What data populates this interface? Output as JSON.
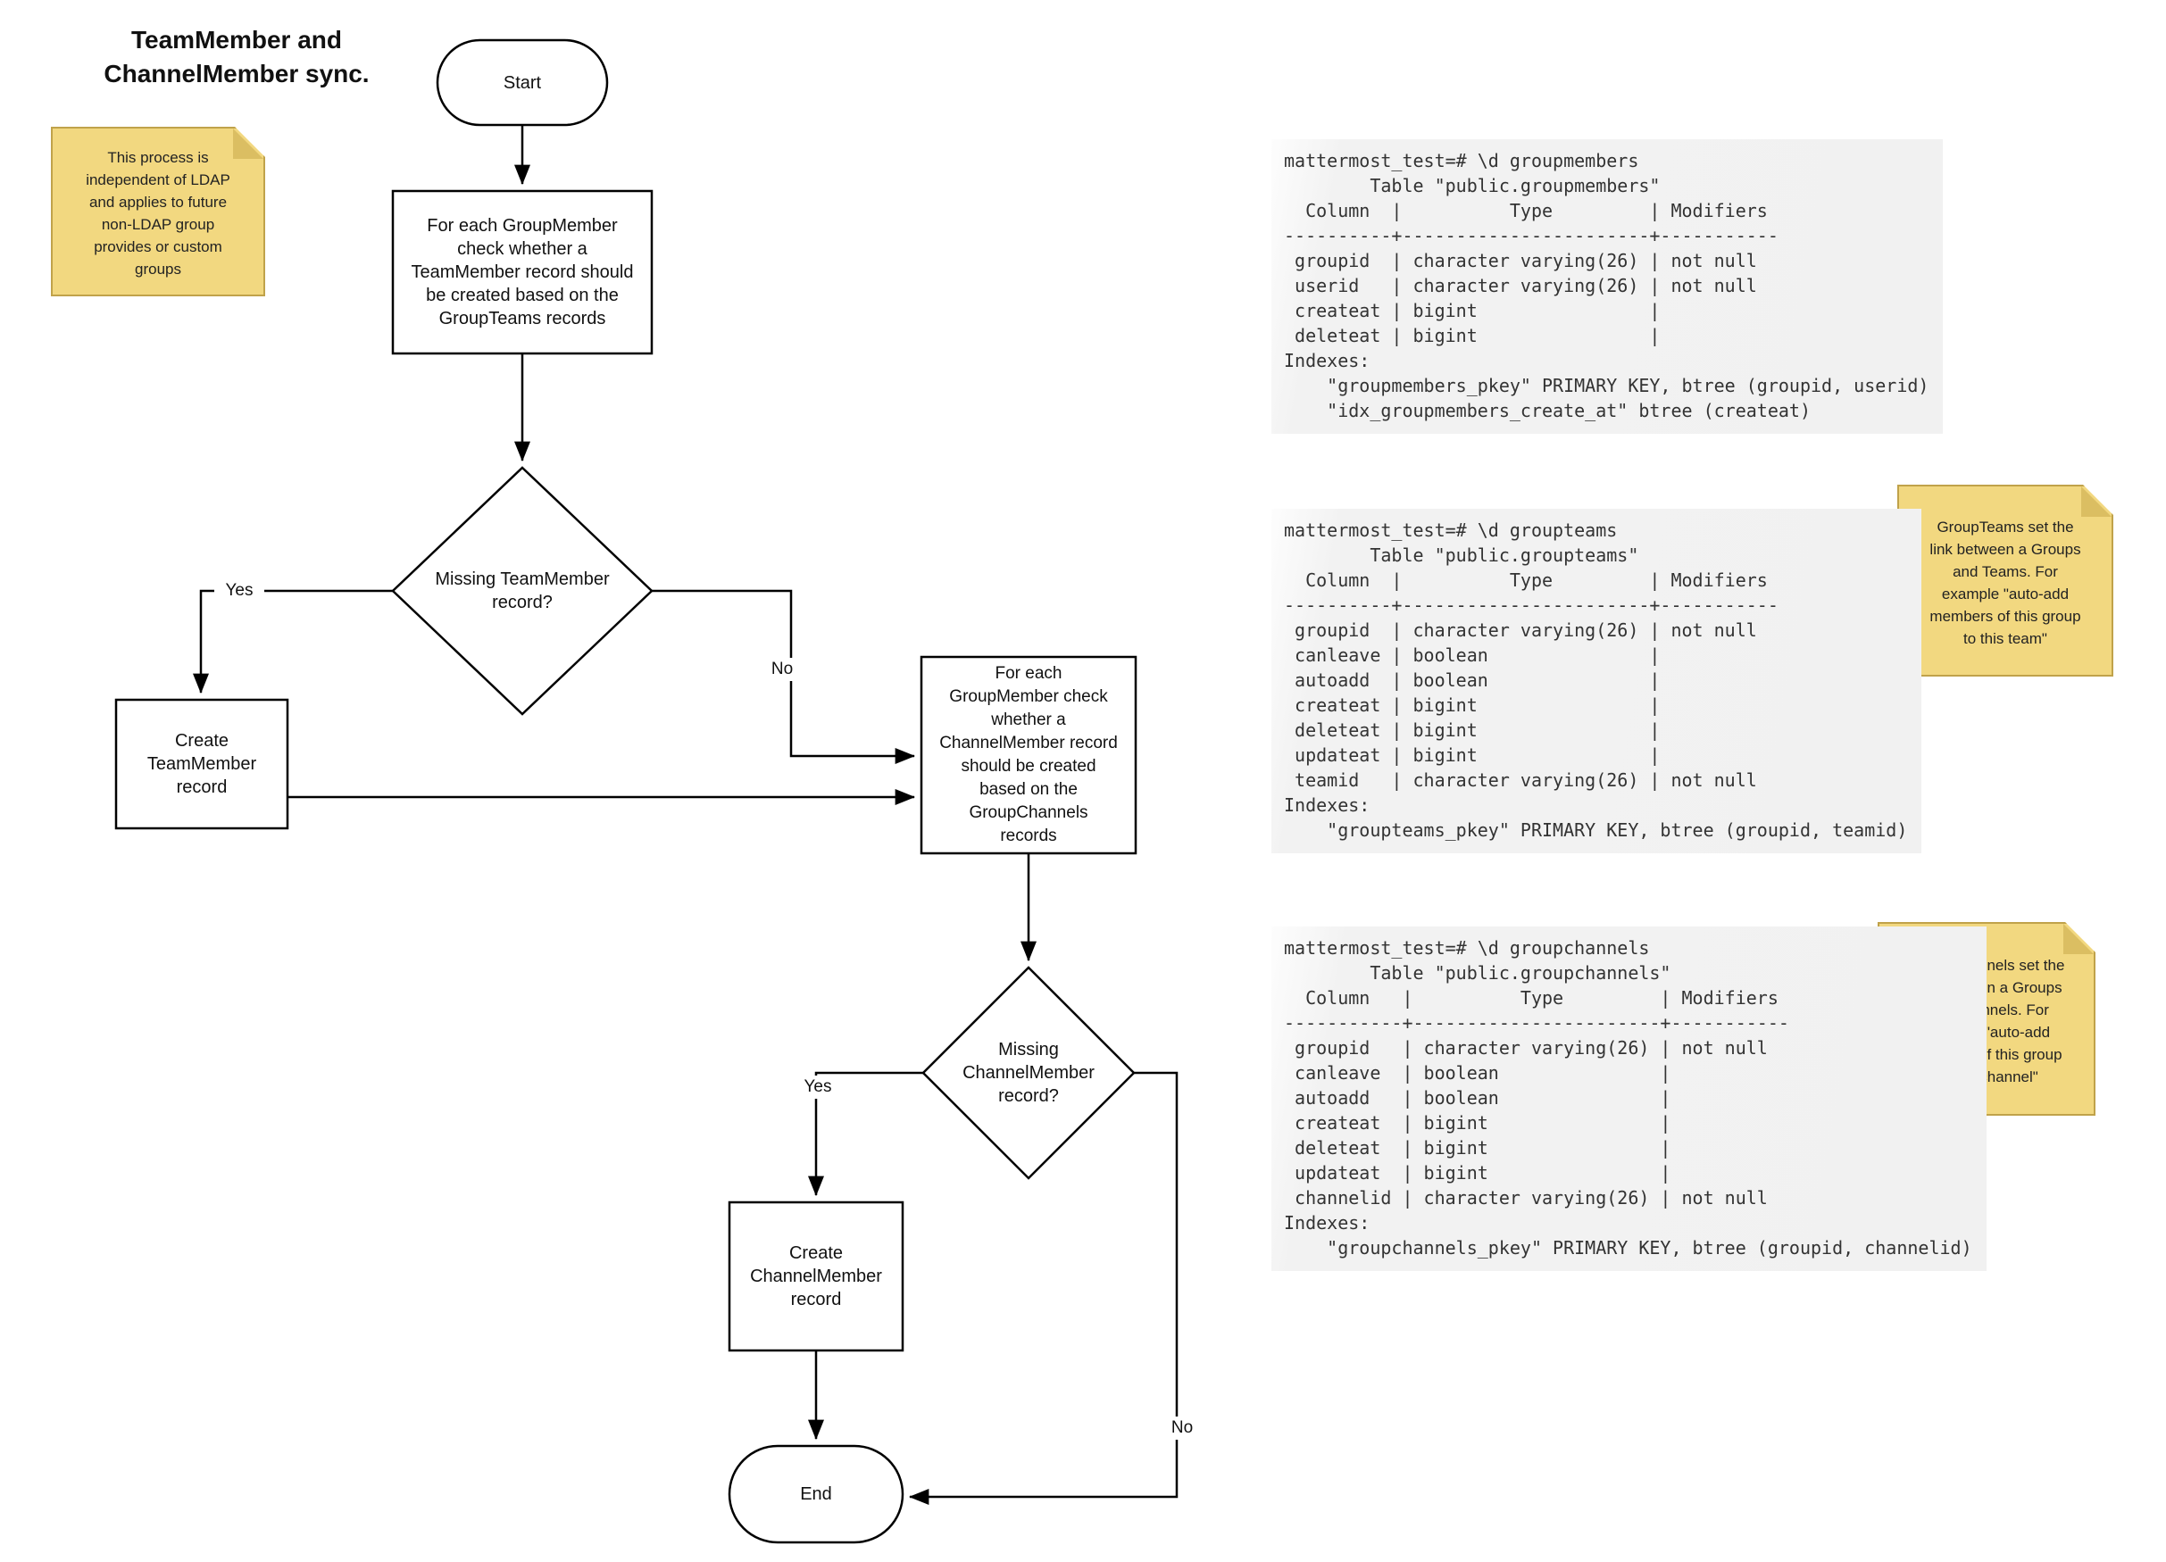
{
  "title": "TeamMember and\nChannelMember sync.",
  "sticky_notes": {
    "process_note": "This process is\nindependent of LDAP\nand applies to future\nnon-LDAP group\nprovides or custom\ngroups",
    "groupteams_note": "GroupTeams set the\nlink between a Groups\nand Teams. For\nexample \"auto-add\nmembers of this group\nto this team\"",
    "groupchannels_note": "GroupChannels set the\nlink between a Groups\nand Channels. For\nexample \"auto-add\nmembers of this group\nto this channel\""
  },
  "flowchart": {
    "start": "Start",
    "process_teammember": "For each GroupMember\ncheck whether a\nTeamMember record should\nbe created based on the\nGroupTeams records",
    "decision_teammember": "Missing TeamMember\nrecord?",
    "create_teammember": "Create\nTeamMember\nrecord",
    "process_channelmember": "For each\nGroupMember check\nwhether a\nChannelMember record\nshould be created\nbased on the\nGroupChannels\nrecords",
    "decision_channelmember": "Missing\nChannelMember\nrecord?",
    "create_channelmember": "Create\nChannelMember\nrecord",
    "end": "End",
    "labels": {
      "yes_teammember": "Yes",
      "no_teammember": "No",
      "yes_channelmember": "Yes",
      "no_channelmember": "No"
    }
  },
  "terminals": {
    "groupmembers": [
      "mattermost_test=# \\d groupmembers",
      "        Table \"public.groupmembers\"",
      "  Column  |          Type         | Modifiers",
      "----------+-----------------------+-----------",
      " groupid  | character varying(26) | not null",
      " userid   | character varying(26) | not null",
      " createat | bigint                |",
      " deleteat | bigint                |",
      "Indexes:",
      "    \"groupmembers_pkey\" PRIMARY KEY, btree (groupid, userid)",
      "    \"idx_groupmembers_create_at\" btree (createat)"
    ],
    "groupteams": [
      "mattermost_test=# \\d groupteams",
      "        Table \"public.groupteams\"",
      "  Column  |          Type         | Modifiers",
      "----------+-----------------------+-----------",
      " groupid  | character varying(26) | not null",
      " canleave | boolean               |",
      " autoadd  | boolean               |",
      " createat | bigint                |",
      " deleteat | bigint                |",
      " updateat | bigint                |",
      " teamid   | character varying(26) | not null",
      "Indexes:",
      "    \"groupteams_pkey\" PRIMARY KEY, btree (groupid, teamid)"
    ],
    "groupchannels": [
      "mattermost_test=# \\d groupchannels",
      "        Table \"public.groupchannels\"",
      "  Column   |          Type         | Modifiers",
      "-----------+-----------------------+-----------",
      " groupid   | character varying(26) | not null",
      " canleave  | boolean               |",
      " autoadd   | boolean               |",
      " createat  | bigint                |",
      " deleteat  | bigint                |",
      " updateat  | bigint                |",
      " channelid | character varying(26) | not null",
      "Indexes:",
      "    \"groupchannels_pkey\" PRIMARY KEY, btree (groupid, channelid)"
    ]
  },
  "colors": {
    "note_fill": "#F2D880",
    "note_border": "#C0A24A",
    "note_fold": "#DBBE62",
    "terminal_text": "#333333",
    "line_color": "#000000"
  }
}
